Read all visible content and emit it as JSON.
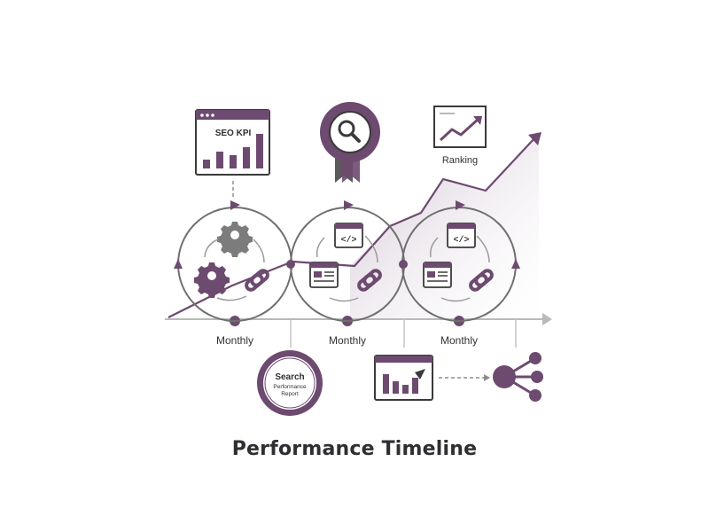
{
  "title": "Performance Timeline",
  "kpi_card": {
    "label": "SEO KPI"
  },
  "ranking": {
    "label": "Ranking"
  },
  "cycles": [
    {
      "label": "Monthly"
    },
    {
      "label": "Monthly"
    },
    {
      "label": "Monthly"
    }
  ],
  "report_seal": {
    "line1": "Search",
    "line2": "Performance",
    "line3": "Report"
  },
  "code_symbol": "</>",
  "colors": {
    "primary": "#6d4a6f",
    "dark": "#3a3a3a",
    "gray": "#8d8d8d",
    "light_gray": "#b9b9b9",
    "fill_light": "#ede6ee"
  },
  "icons": [
    "gear-icon",
    "link-icon",
    "browser-window-icon",
    "code-icon",
    "magnifier-icon",
    "badge-icon",
    "bar-chart-icon",
    "network-icon",
    "trend-arrow-icon"
  ]
}
